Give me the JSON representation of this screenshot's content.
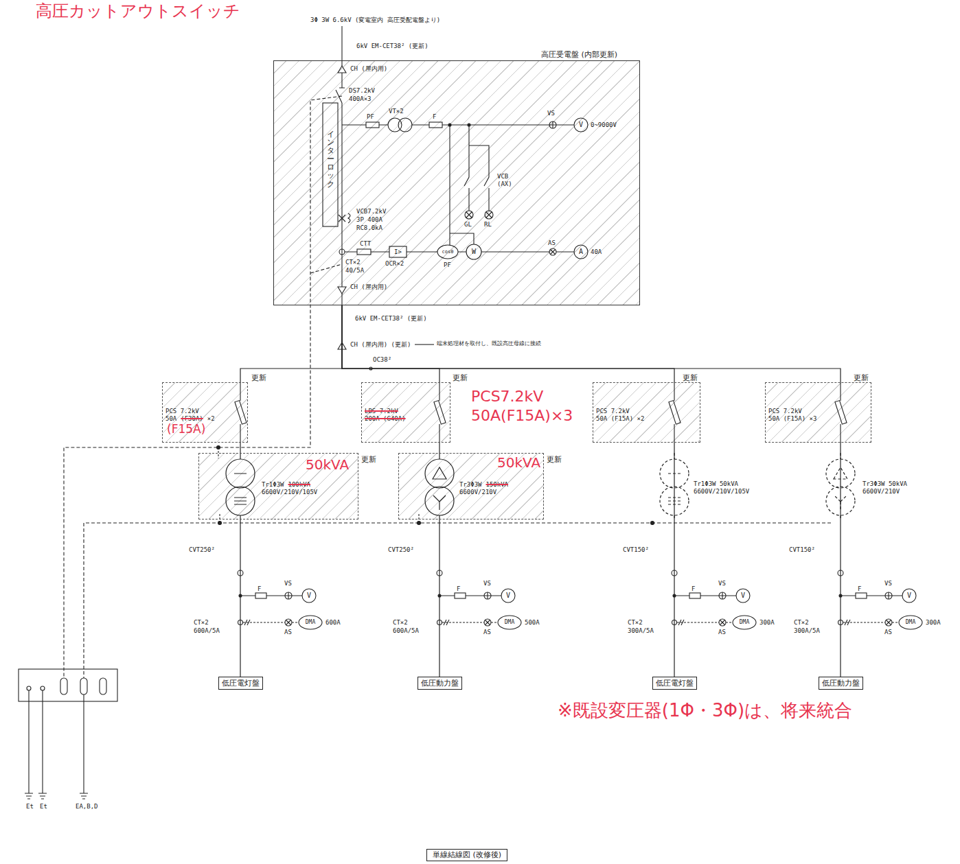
{
  "diagram": {
    "caption": "単線結線図 (改修後)",
    "nodes": [
      {
        "text": [
          "高圧受電盤 (内部更新)"
        ]
      },
      {
        "text": [
          "更新",
          "PCS 7.2kV",
          "50A",
          "(F30A)",
          "×2"
        ]
      },
      {
        "text": [
          "更新",
          "LBS 7.2kV",
          "200A (G40A)"
        ]
      },
      {
        "text": [
          "更新",
          "PCS 7.2kV",
          "50A (F15A) ×2"
        ]
      },
      {
        "text": [
          "更新",
          "PCS 7.2kV",
          "50A (F15A) ×3"
        ]
      },
      {
        "text": [
          "更新",
          "Tr1Φ3W",
          "100kVA",
          "6600V/210V/105V"
        ]
      },
      {
        "text": [
          "更新",
          "Tr3Φ3W",
          "150kVA",
          "6600V/210V"
        ]
      },
      {
        "text": [
          "低圧電灯盤"
        ]
      },
      {
        "text": [
          "低圧動力盤"
        ]
      },
      {
        "text": [
          "低圧電灯盤"
        ]
      },
      {
        "text": [
          "低圧動力盤"
        ]
      }
    ],
    "edges": [
      {
        "from": 0,
        "to": 1,
        "arrow": "none"
      },
      {
        "from": 0,
        "to": 2,
        "arrow": "none"
      },
      {
        "from": 0,
        "to": 3,
        "arrow": "none"
      },
      {
        "from": 0,
        "to": 4,
        "arrow": "none"
      },
      {
        "from": 1,
        "to": 5,
        "arrow": "none"
      },
      {
        "from": 5,
        "to": 7,
        "arrow": "none"
      },
      {
        "from": 2,
        "to": 6,
        "arrow": "none"
      },
      {
        "from": 6,
        "to": 8,
        "arrow": "none"
      },
      {
        "from": 3,
        "to": 9,
        "arrow": "none"
      },
      {
        "from": 4,
        "to": 10,
        "arrow": "none"
      }
    ],
    "labels": [
      "高圧カットアウトスイッチ",
      "3Φ 3W 6.6kV (変電室内 高圧受配電盤より)",
      "6kV EM-CET38² (更新)",
      "CH (屋内用)",
      "DS7.2kV",
      "400A×3",
      "PF",
      "VT×2",
      "F",
      "VS",
      "V",
      "0~9000V",
      "インターロック",
      "VCB",
      "(AX)",
      "GL",
      "RL",
      "VCB7.2kV",
      "3P 400A",
      "RC8.0kA",
      "CTT",
      "CT×2",
      "40/5A",
      "I>",
      "OCR×2",
      "cosθ",
      "PF",
      "W",
      "AS",
      "A",
      "40A",
      "CH (屋内用)",
      "6kV EM-CET38² (更新)",
      "CH (屋内用) (更新)",
      "端末処理材を取付し、既設高圧母線に接続",
      "OC38²",
      "(F15A)",
      "PCS7.2kV",
      "50A(F15A)×3",
      "50kVA",
      "50kVA",
      "Tr1Φ3W 50kVA",
      "6600V/210V/105V",
      "Tr3Φ3W 50kVA",
      "6600V/210V",
      "CVT250²",
      "F",
      "VS",
      "V",
      "CT×2",
      "600A/5A",
      "DMA",
      "600A",
      "AS",
      "CVT250²",
      "F",
      "VS",
      "V",
      "CT×2",
      "600A/5A",
      "DMA",
      "500A",
      "AS",
      "CVT150²",
      "F",
      "VS",
      "V",
      "CT×2",
      "300A/5A",
      "DMA",
      "300A",
      "AS",
      "CVT150²",
      "F",
      "VS",
      "V",
      "CT×2",
      "300A/5A",
      "DMA",
      "300A",
      "AS",
      "※既設変圧器(1Φ・3Φ)は、将来統合",
      "Et",
      "Et",
      "EA,B,D"
    ]
  }
}
